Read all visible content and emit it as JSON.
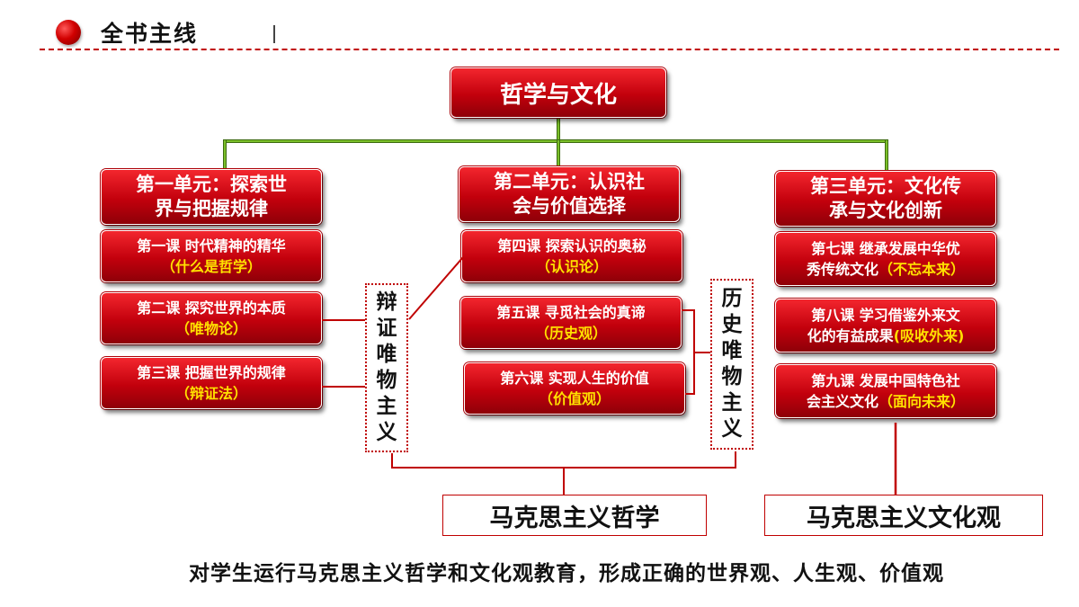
{
  "header": {
    "title": "全书主线"
  },
  "root": {
    "label": "哲学与文化"
  },
  "units": [
    {
      "label_line1": "第一单元：探索世",
      "label_line2": "界与把握规律"
    },
    {
      "label_line1": "第二单元：认识社",
      "label_line2": "会与价值选择"
    },
    {
      "label_line1": "第三单元：文化传",
      "label_line2": "承与文化创新"
    }
  ],
  "lessons": [
    {
      "line1": "第一课  时代精神的精华",
      "line2_pre": "",
      "line2_hl": "（什么是哲学）"
    },
    {
      "line1": "第二课  探究世界的本质",
      "line2_pre": "",
      "line2_hl": "（唯物论）"
    },
    {
      "line1": "第三课 把握世界的规律",
      "line2_pre": "",
      "line2_hl": "（辩证法）"
    },
    {
      "line1": "第四课 探索认识的奥秘",
      "line2_pre": "",
      "line2_hl": "（认识论）"
    },
    {
      "line1": "第五课 寻觅社会的真谛",
      "line2_pre": "",
      "line2_hl": "（历史观）"
    },
    {
      "line1": "第六课  实现人生的价值",
      "line2_pre": "",
      "line2_hl": "（价值观）"
    },
    {
      "line1": "第七课  继承发展中华优",
      "line2_pre": "秀传统文化",
      "line2_hl": "（不忘本来）"
    },
    {
      "line1": "第八课  学习借鉴外来文",
      "line2_pre": "化的有益成果",
      "line2_hl": "(吸收外来)"
    },
    {
      "line1": "第九课 发展中国特色社",
      "line2_pre": "会主义文化",
      "line2_hl": "（面向未来）"
    }
  ],
  "side_labels": {
    "left": [
      "辩",
      "证",
      "唯",
      "物",
      "主",
      "义"
    ],
    "right": [
      "历",
      "史",
      "唯",
      "物",
      "主",
      "义"
    ]
  },
  "bottom": {
    "left": "马克思主义哲学",
    "right": "马克思主义文化观"
  },
  "footer": "对学生运行马克思主义哲学和文化观教育，形成正确的世界观、人生观、价值观",
  "colors": {
    "accent_red": "#c00000",
    "box_red": "#d4000f",
    "highlight_yellow": "#ffe100",
    "connector_green": "#7bbf2a"
  }
}
